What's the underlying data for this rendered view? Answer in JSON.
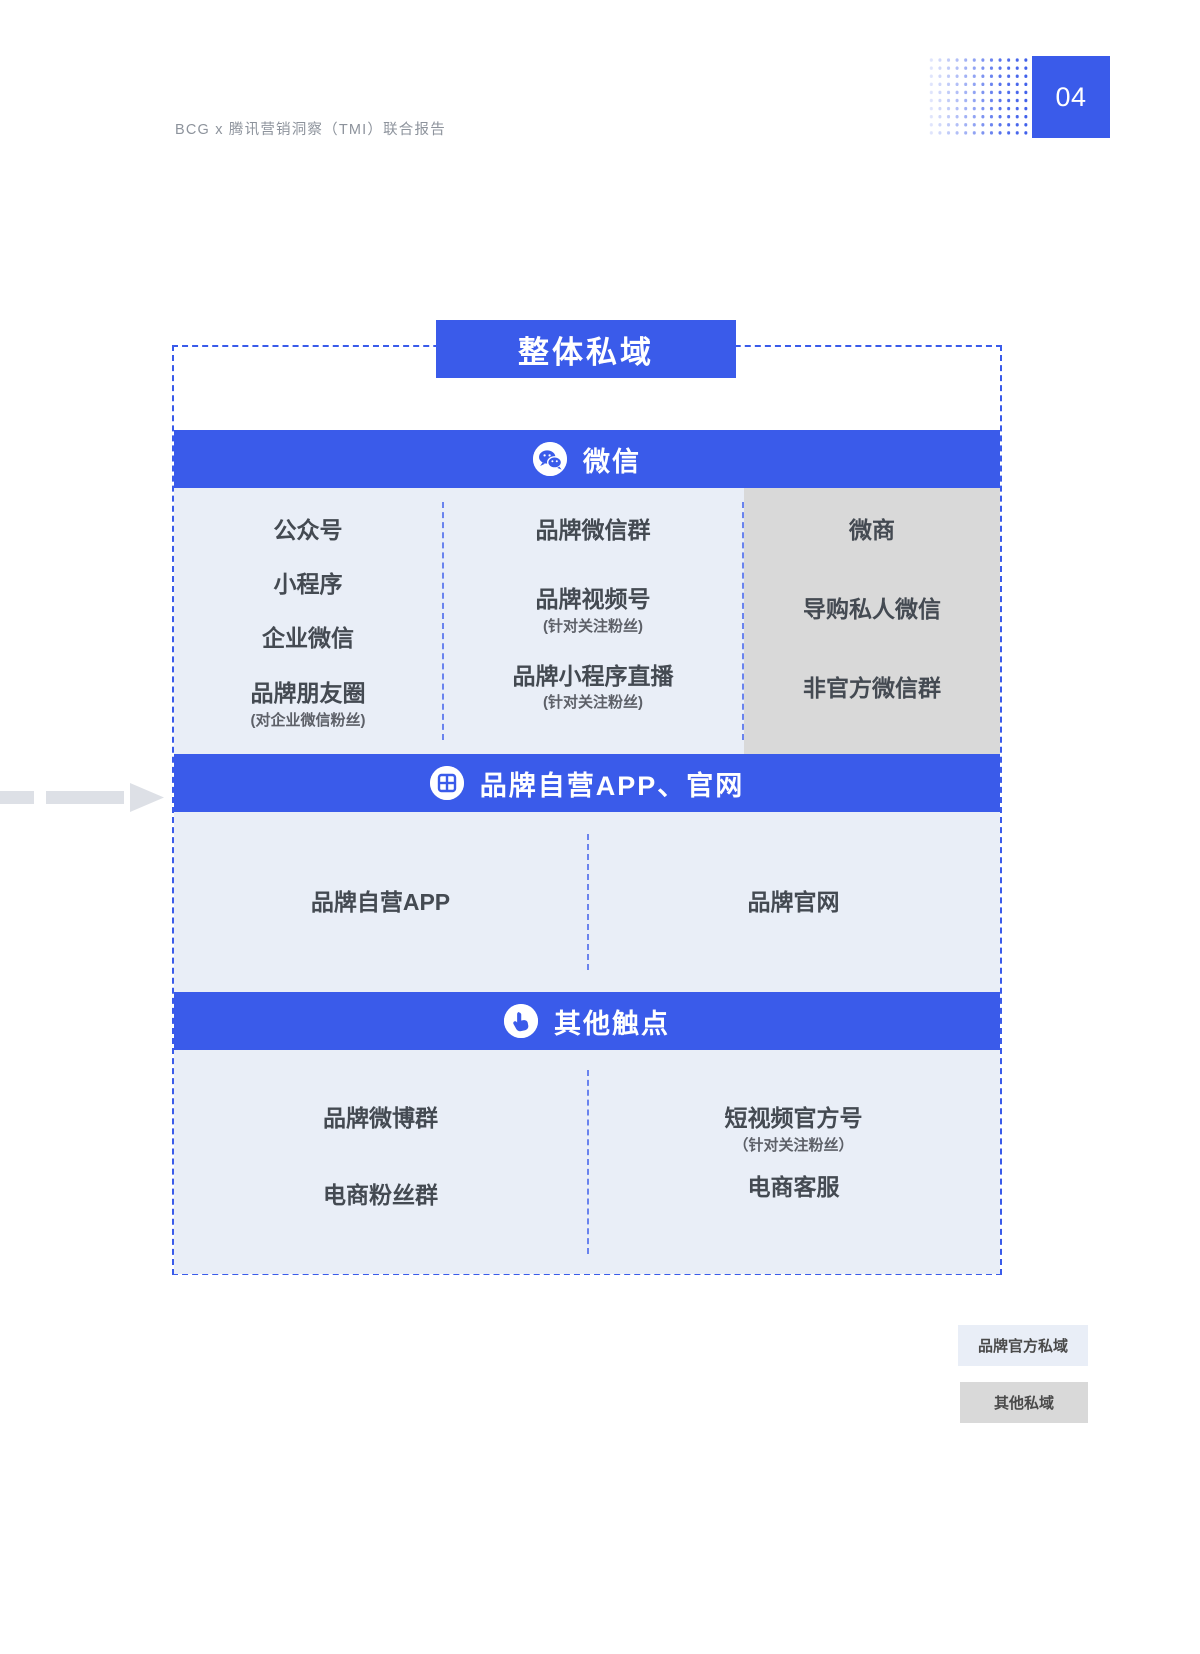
{
  "header": {
    "report_note": "BCG x 腾讯营销洞察（TMI）联合报告",
    "page_number": "04"
  },
  "colors": {
    "accent_blue": "#3a5bea",
    "brand_private_bg": "#e9eef7",
    "other_private_bg": "#d9d9d9",
    "dashed_border": "#3a5bea",
    "text_dark": "#444a52",
    "arrow_gray": "#dde0e6"
  },
  "diagram": {
    "title": "整体私域",
    "sections": [
      {
        "id": "wechat",
        "band_label": "微信",
        "band_icon": "wechat-icon",
        "columns": [
          {
            "type": "brand",
            "items": [
              {
                "label": "公众号",
                "sub": ""
              },
              {
                "label": "小程序",
                "sub": ""
              },
              {
                "label": "企业微信",
                "sub": ""
              },
              {
                "label": "品牌朋友圈",
                "sub": "(对企业微信粉丝)"
              }
            ]
          },
          {
            "type": "brand",
            "items": [
              {
                "label": "品牌微信群",
                "sub": ""
              },
              {
                "label": "品牌视频号",
                "sub": "(针对关注粉丝)"
              },
              {
                "label": "品牌小程序直播",
                "sub": "(针对关注粉丝)"
              }
            ]
          },
          {
            "type": "other",
            "items": [
              {
                "label": "微商",
                "sub": ""
              },
              {
                "label": "导购私人微信",
                "sub": ""
              },
              {
                "label": "非官方微信群",
                "sub": ""
              }
            ]
          }
        ]
      },
      {
        "id": "app-website",
        "band_label": "品牌自营APP、官网",
        "band_icon": "grid-window-icon",
        "columns": [
          {
            "type": "brand",
            "items": [
              {
                "label": "品牌自营APP",
                "sub": ""
              }
            ]
          },
          {
            "type": "brand",
            "items": [
              {
                "label": "品牌官网",
                "sub": ""
              }
            ]
          }
        ]
      },
      {
        "id": "other-touchpoints",
        "band_label": "其他触点",
        "band_icon": "tap-hand-icon",
        "columns": [
          {
            "type": "brand",
            "items": [
              {
                "label": "品牌微博群",
                "sub": ""
              },
              {
                "label": "电商粉丝群",
                "sub": ""
              }
            ]
          },
          {
            "type": "brand",
            "items": [
              {
                "label": "短视频官方号",
                "sub": "（针对关注粉丝）"
              },
              {
                "label": "电商客服",
                "sub": ""
              }
            ]
          }
        ]
      }
    ]
  },
  "legend": {
    "items": [
      {
        "label": "品牌官方私域",
        "style": "brand"
      },
      {
        "label": "其他私域",
        "style": "other"
      }
    ]
  }
}
